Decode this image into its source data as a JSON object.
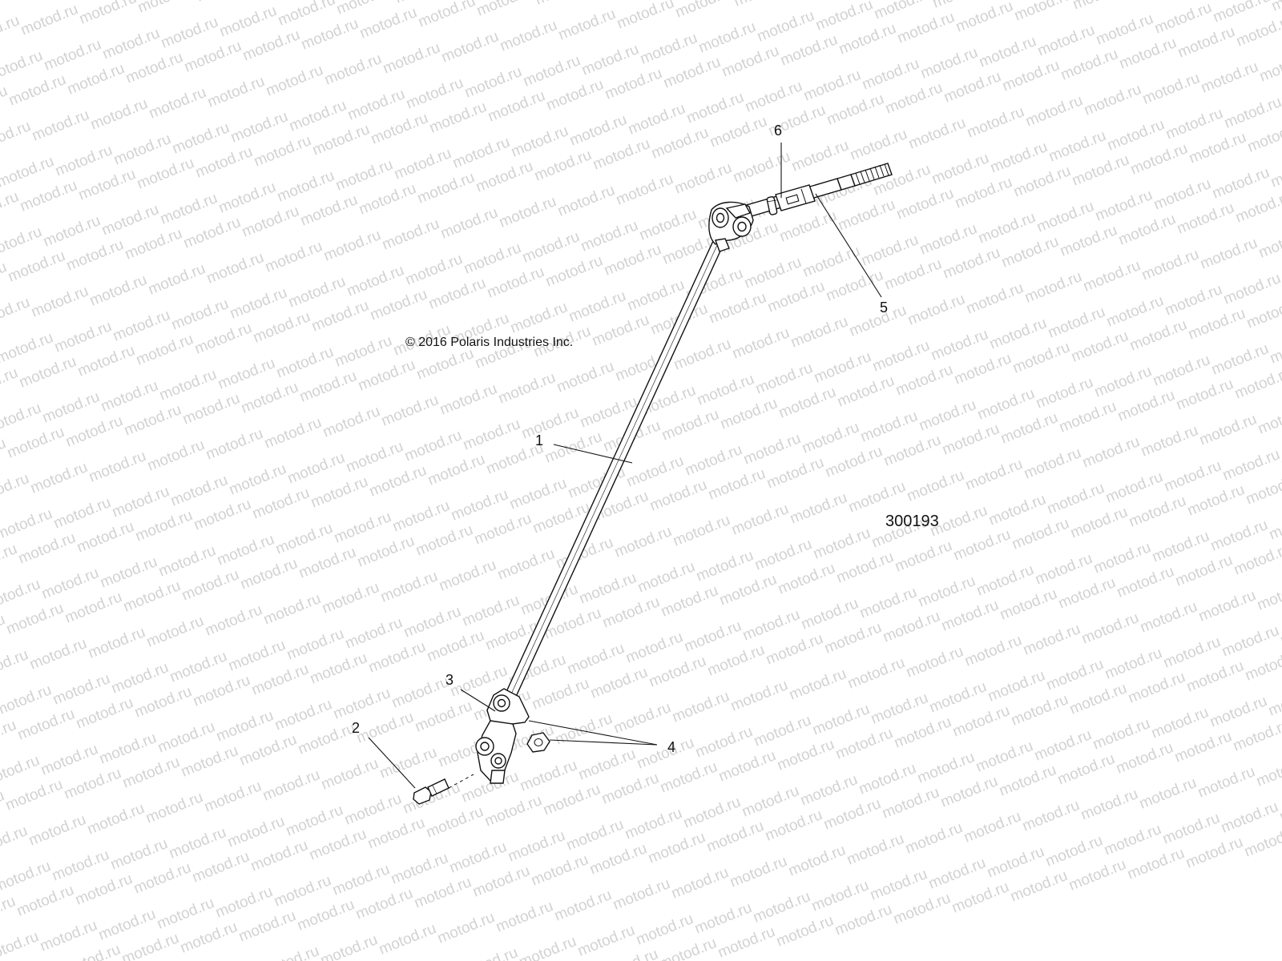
{
  "watermark": {
    "text": "motod.ru"
  },
  "copyright": "© 2016 Polaris Industries Inc.",
  "figure_number": "300193",
  "callouts": [
    {
      "id": "1",
      "label": "1"
    },
    {
      "id": "2",
      "label": "2"
    },
    {
      "id": "3",
      "label": "3"
    },
    {
      "id": "4",
      "label": "4"
    },
    {
      "id": "5",
      "label": "5"
    },
    {
      "id": "6",
      "label": "6"
    }
  ]
}
